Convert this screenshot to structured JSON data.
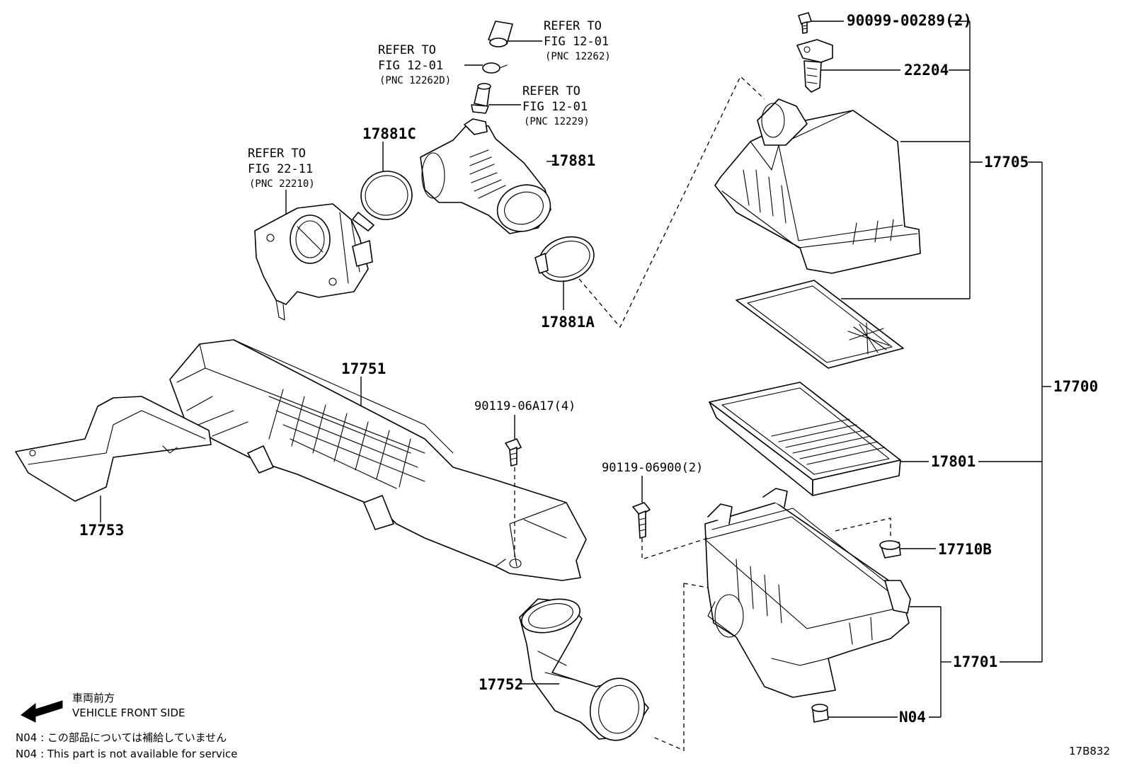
{
  "part_numbers": {
    "p90099": "90099-00289(2)",
    "p22204": "22204",
    "p17705": "17705",
    "p17700": "17700",
    "p17801": "17801",
    "p17710b": "17710B",
    "p17701": "17701",
    "n04": "N04",
    "p17881c": "17881C",
    "p17881": "17881",
    "p17881a": "17881A",
    "p17751": "17751",
    "p17753": "17753",
    "p17752": "17752",
    "p90119_06a17": "90119-06A17(4)",
    "p90119_06900": "90119-06900(2)"
  },
  "references": {
    "ref1": {
      "line1": "REFER TO",
      "line2": "FIG 12-01",
      "line3": "(PNC 12262)"
    },
    "ref2": {
      "line1": "REFER TO",
      "line2": "FIG 12-01",
      "line3": "(PNC 12262D)"
    },
    "ref3": {
      "line1": "REFER TO",
      "line2": "FIG 12-01",
      "line3": "(PNC 12229)"
    },
    "ref4": {
      "line1": "REFER TO",
      "line2": "FIG 22-11",
      "line3": "(PNC 22210)"
    }
  },
  "legend": {
    "direction_jp": "車両前方",
    "direction_en": "VEHICLE FRONT SIDE",
    "note_jp": "N04 : この部品については補給していません",
    "note_en": "N04 : This part is not available for service"
  },
  "figure_code": "17B832"
}
